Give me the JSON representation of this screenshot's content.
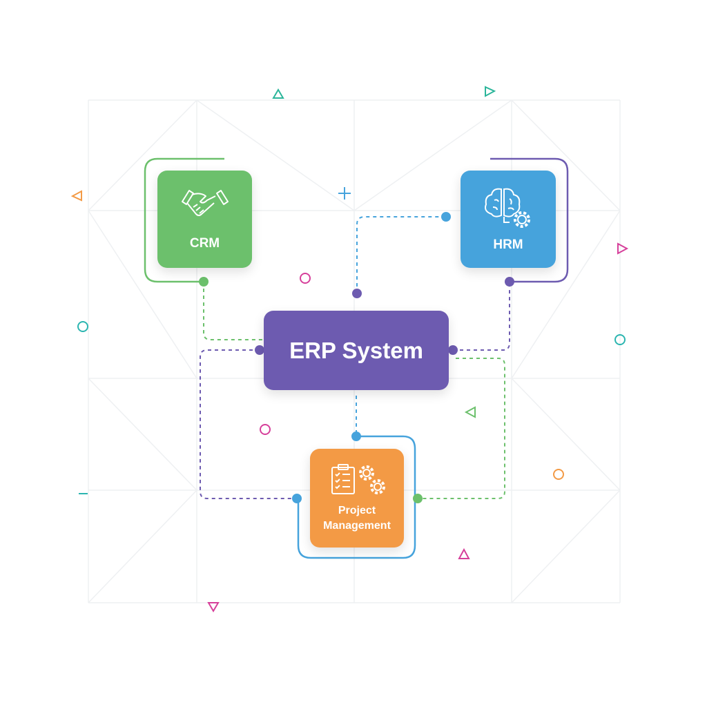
{
  "title": "ERP System",
  "modules": {
    "crm": {
      "label": "CRM",
      "icon": "handshake-icon",
      "color": "#6cc06c"
    },
    "hrm": {
      "label": "HRM",
      "icon": "brain-gear-icon",
      "color": "#46a3dc"
    },
    "pm": {
      "label_line1": "Project",
      "label_line2": "Management",
      "icon": "clipboard-gears-icon",
      "color": "#f39a45"
    }
  },
  "center": {
    "label": "ERP System",
    "color": "#6d5bb0"
  },
  "colors": {
    "green": "#6cc06c",
    "blue": "#46a3dc",
    "purple": "#6d5bb0",
    "orange": "#f39a45",
    "pink": "#d63f9a",
    "teal": "#2bb5b0"
  }
}
